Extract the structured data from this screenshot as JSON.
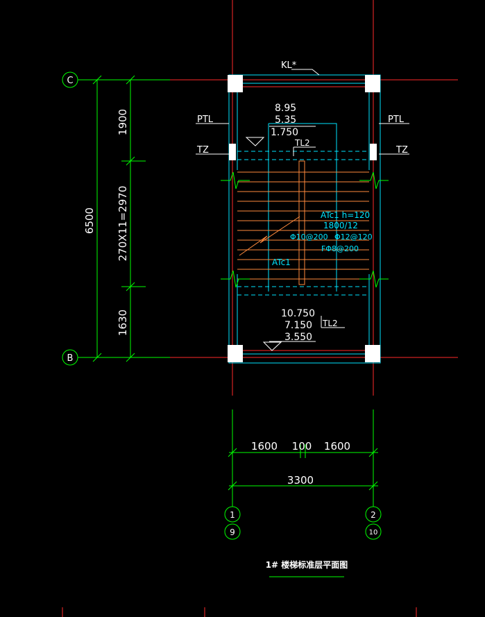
{
  "grid_axes": {
    "top_row": "C",
    "bottom_row": "B",
    "left_col": "1",
    "left_col_alt": "9",
    "right_col": "2",
    "right_col_alt": "10"
  },
  "beam_label": "KL*",
  "landing_beam_left": "PTL",
  "landing_beam_right": "PTL",
  "column_left": "TZ",
  "column_right": "TZ",
  "top_beam": "TL2",
  "bottom_beam": "TL2",
  "top_elevations": [
    "8.95",
    "5.35",
    "1.750"
  ],
  "bottom_elevations": [
    "10.750",
    "7.150",
    "3.550"
  ],
  "flight_label": "ATc1",
  "flight_notes": [
    "ATc1 h=120",
    "1800/12",
    "Φ10@200",
    "Φ12@120",
    "FΦ8@200"
  ],
  "dims_vertical": {
    "total": "6500",
    "top": "1900",
    "middle": "270X11=2970",
    "bottom": "1630"
  },
  "dims_horizontal": {
    "left": "1600",
    "middle": "100",
    "right": "1600",
    "total": "3300"
  },
  "drawing_title": "1# 楼梯标准层平面图",
  "colors": {
    "axis": "#ff2a2a",
    "dimension": "#00ff00",
    "outline": "#00e5ff",
    "text": "#ffffff",
    "steps": "#ff8a3d",
    "column": "#ffffff"
  }
}
